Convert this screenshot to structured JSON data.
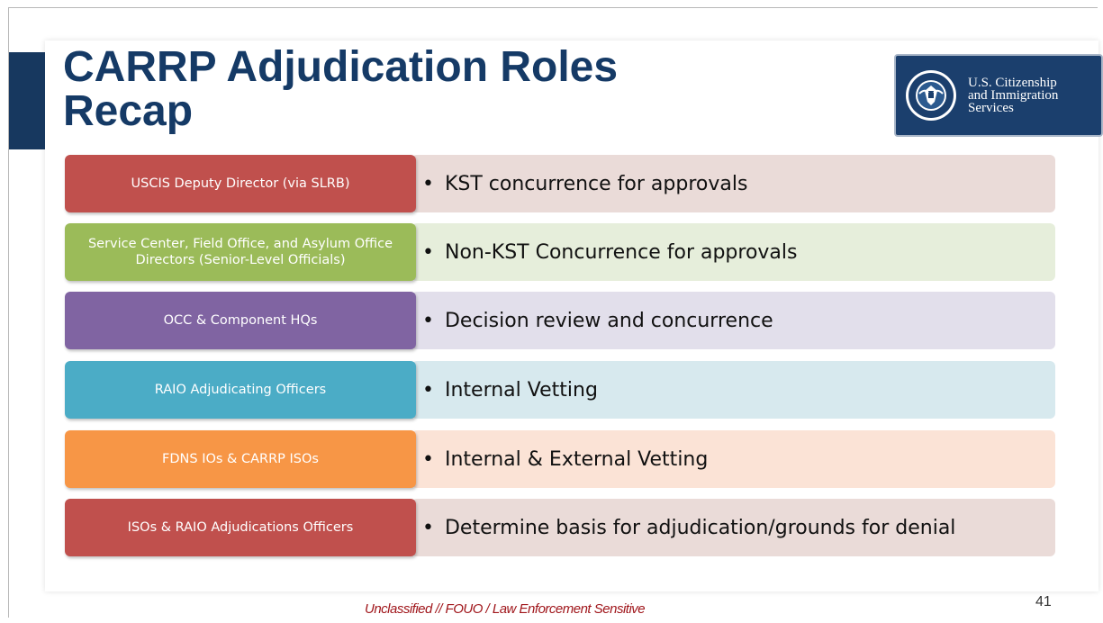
{
  "slide": {
    "title": "CARRP Adjudication Roles Recap",
    "footer": "Unclassified // FOUO / Law Enforcement Sensitive",
    "page_number": "41"
  },
  "logo": {
    "line1": "U.S. Citizenship",
    "line2": "and Immigration",
    "line3": "Services",
    "seal_icon": "dhs-seal-icon"
  },
  "roles": [
    {
      "role": "USCIS Deputy Director (via SLRB)",
      "description": "KST concurrence for approvals",
      "role_color": "#c0504d",
      "desc_color": "#eadbd8"
    },
    {
      "role": "Service Center, Field Office, and Asylum Office Directors (Senior-Level Officials)",
      "description": "Non-KST Concurrence for approvals",
      "role_color": "#9bbb59",
      "desc_color": "#e6eedb"
    },
    {
      "role": "OCC & Component HQs",
      "description": "Decision review and concurrence",
      "role_color": "#8064a2",
      "desc_color": "#e2dfeb"
    },
    {
      "role": "RAIO Adjudicating Officers",
      "description": "Internal Vetting",
      "role_color": "#4bacc6",
      "desc_color": "#d7e9ee"
    },
    {
      "role": "FDNS IOs & CARRP ISOs",
      "description": "Internal & External Vetting",
      "role_color": "#f79646",
      "desc_color": "#fbe3d6"
    },
    {
      "role": "ISOs & RAIO Adjudications Officers",
      "description": "Determine basis for adjudication/grounds for denial",
      "role_color": "#c0504d",
      "desc_color": "#eadbd8"
    }
  ],
  "colors": {
    "title": "#153a66",
    "title_bar": "#17385f",
    "footer": "#a0161b"
  }
}
